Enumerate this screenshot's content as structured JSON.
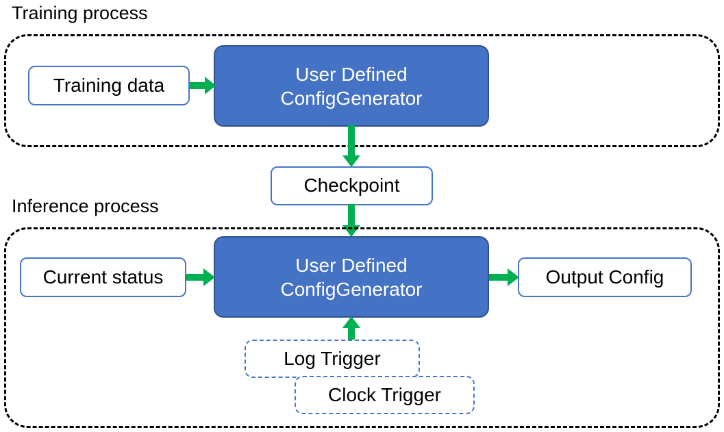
{
  "diagram": {
    "type": "flow-diagram",
    "title_training": "Training process",
    "title_inference": "Inference process",
    "colors": {
      "primary_fill": "#4472C4",
      "primary_border": "#2F528F",
      "node_border": "#4676C8",
      "arrow": "#00B050",
      "container_border": "#000000",
      "text_dark": "#000000",
      "text_light": "#FFFFFF",
      "background": "#FFFFFF"
    }
  },
  "training": {
    "heading": "Training process",
    "nodes": {
      "training_data": "Training data",
      "generator_line1": "User Defined",
      "generator_line2": "ConfigGenerator"
    }
  },
  "bridge": {
    "checkpoint": "Checkpoint"
  },
  "inference": {
    "heading": "Inference process",
    "nodes": {
      "current_status": "Current status",
      "generator_line1": "User Defined",
      "generator_line2": "ConfigGenerator",
      "output_config": "Output Config",
      "log_trigger": "Log Trigger",
      "clock_trigger": "Clock Trigger"
    }
  },
  "edges": [
    {
      "id": "training-data-to-generator",
      "from": "Training data",
      "to": "User Defined ConfigGenerator",
      "direction": "right"
    },
    {
      "id": "generator-to-checkpoint",
      "from": "User Defined ConfigGenerator",
      "to": "Checkpoint",
      "direction": "down"
    },
    {
      "id": "checkpoint-to-generator",
      "from": "Checkpoint",
      "to": "User Defined ConfigGenerator",
      "direction": "down"
    },
    {
      "id": "status-to-generator",
      "from": "Current status",
      "to": "User Defined ConfigGenerator",
      "direction": "right"
    },
    {
      "id": "generator-to-output",
      "from": "User Defined ConfigGenerator",
      "to": "Output Config",
      "direction": "right"
    },
    {
      "id": "trigger-to-generator",
      "from": "Log Trigger / Clock Trigger",
      "to": "User Defined ConfigGenerator",
      "direction": "up"
    }
  ]
}
